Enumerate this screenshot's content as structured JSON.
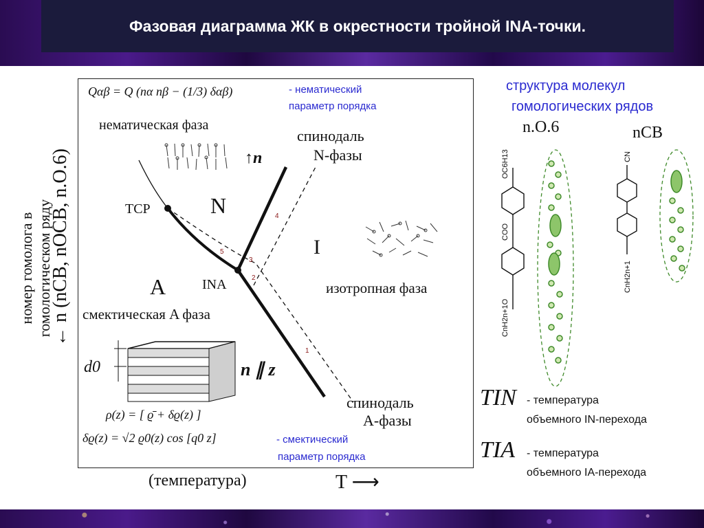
{
  "header": {
    "title": "Фазовая диаграмма ЖК в окрестности тройной INA-точки."
  },
  "diagram": {
    "q_formula": "Qαβ = Q (nα nβ − (1/3) δαβ)",
    "q_desc_line1": "- нематический",
    "q_desc_line2": "параметр порядка",
    "nematic_phase": "нематическая фаза",
    "n_arrow": "↑n",
    "spinodal_n_line1": "спинодаль",
    "spinodal_n_line2": "N-фазы",
    "tcp": "TCP",
    "phase_N": "N",
    "phase_I": "I",
    "phase_A": "A",
    "ina": "INA",
    "isotropic_phase": "изотропная фаза",
    "smectic_phase": "смектическая A  фаза",
    "n_parallel_z": "n ∥ z",
    "d0": "d0",
    "rho_formula": "ρ(z) = [ ϱ̄ + δϱ(z) ]",
    "drho_formula": "δϱ(z) = √2 ϱ0(z) cos [q0 z]",
    "smectic_desc_line1": "- смектический",
    "smectic_desc_line2": "параметр порядка",
    "spinodal_a_line1": "спинодаль",
    "spinodal_a_line2": "А-фазы",
    "region_labels": [
      "1",
      "2",
      "3",
      "4",
      "5"
    ],
    "x_axis": "(температура)",
    "x_axis_symbol": "T ⟶",
    "y_axis_line1": "номер гомолога в",
    "y_axis_line2": "гомологическом ряду",
    "y_axis_symbol": "← n (nCB, nOCB, n.O.6)"
  },
  "molecules": {
    "heading_line1": "структура молекул",
    "heading_line2": "гомологических рядов",
    "series1": "n.O.6",
    "series2": "nCB",
    "mol1_top": "OC6H13",
    "mol1_mid": "COO",
    "mol1_bottom": "CnH2n+1O",
    "mol2_top": "CN",
    "mol2_bottom": "CnH2n+1"
  },
  "legend": {
    "tin_symbol": "TIN",
    "tin_line1": "- температура",
    "tin_line2": "объемного IN-перехода",
    "tia_symbol": "TIA",
    "tia_line1": "- температура",
    "tia_line2": "объемного IA-перехода"
  },
  "colors": {
    "accent_blue": "#2a2ad0",
    "mol_green": "#3f8a2a",
    "title_bg": "#1b1b3c"
  }
}
